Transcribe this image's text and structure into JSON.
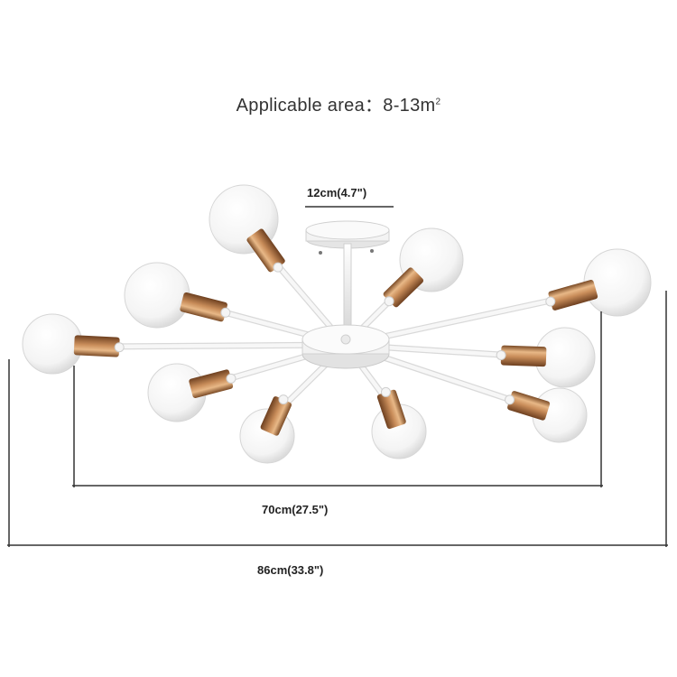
{
  "header": {
    "label": "Applicable area：8-13m",
    "superscript": "2"
  },
  "dimensions": {
    "canopy": "12cm(4.7\")",
    "inner_width": "70cm(27.5\")",
    "overall_width": "86cm(33.8\")"
  },
  "colors": {
    "frame": "#f4f4f4",
    "socket_gold": "#c98d5a",
    "bulb_white": "#fafafa",
    "dimension_line": "#333333"
  }
}
